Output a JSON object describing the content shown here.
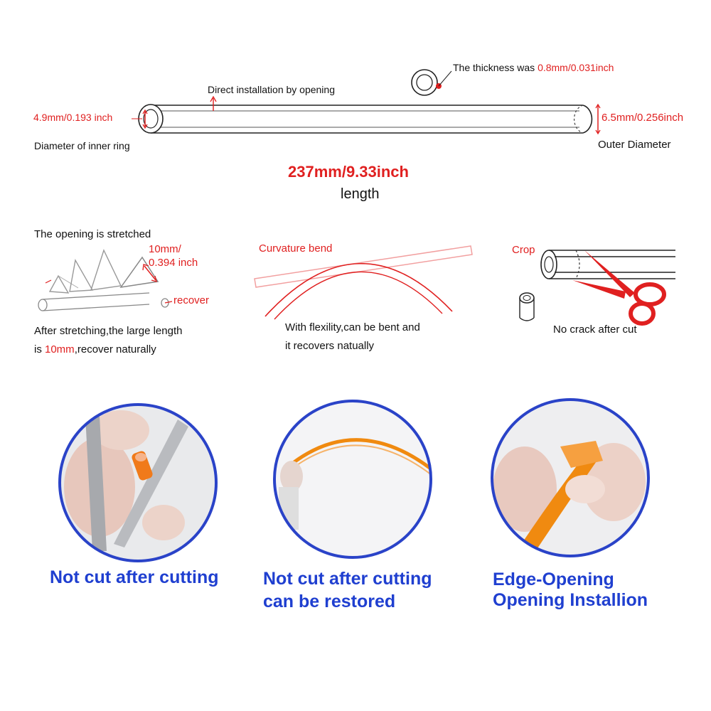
{
  "top": {
    "install_label": "Direct installation by opening",
    "thickness_prefix": "The thickness was ",
    "thickness_value": "0.8mm/0.031inch",
    "inner_value": "4.9mm/0.193 inch",
    "inner_label": "Diameter of inner ring",
    "outer_value": "6.5mm/0.256inch",
    "outer_label": "Outer Diameter",
    "length_value": "237mm/9.33inch",
    "length_label": "length"
  },
  "middle": {
    "stretch": {
      "title": "The opening is stretched",
      "size_line1": "10mm/",
      "size_line2": "0.394 inch",
      "recover": "recover",
      "desc_line1": "After stretching,the large length",
      "desc_line2_prefix": "is ",
      "desc_line2_highlight": "10mm",
      "desc_line2_suffix": ",recover naturally"
    },
    "bend": {
      "title": "Curvature bend",
      "desc_line1": "With flexility,can be bent and",
      "desc_line2": "it recovers natually"
    },
    "crop": {
      "title": "Crop",
      "desc": "No crack after cut"
    }
  },
  "bottom": {
    "captions": [
      {
        "line1": "Not cut after cutting",
        "line2": ""
      },
      {
        "line1": "Not cut after cutting",
        "line2": "can be restored"
      },
      {
        "line1": "Edge-Opening",
        "line2": "Opening Installion"
      }
    ]
  },
  "colors": {
    "accent_red": "#e02020",
    "caption_blue": "#1f3fd0",
    "ring_blue": "#2a43c8",
    "tube_orange": "#f08a10"
  }
}
